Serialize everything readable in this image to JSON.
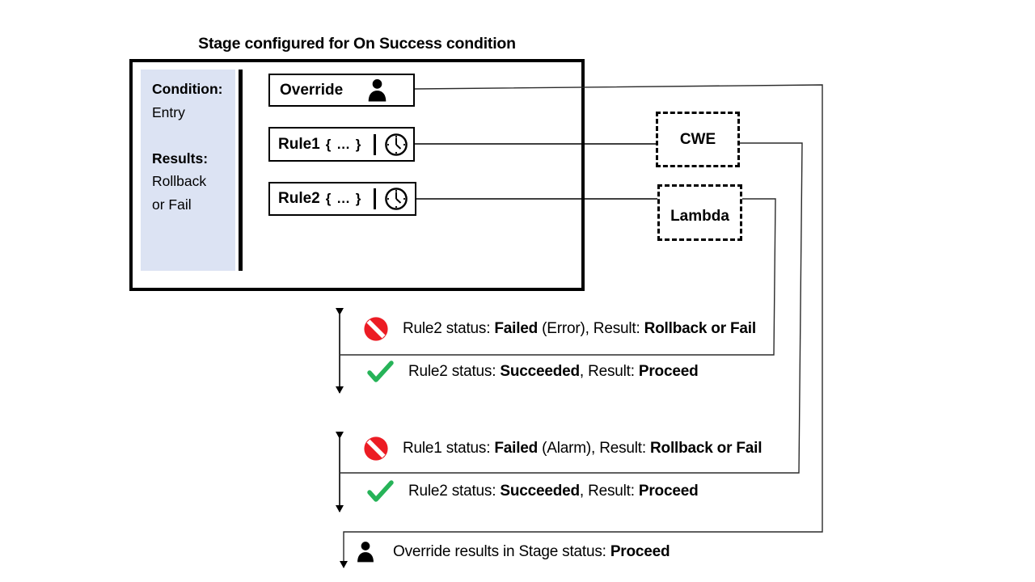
{
  "title": "Stage configured for On Success condition",
  "stage": {
    "panel": {
      "condition_label": "Condition:",
      "condition_value": "Entry",
      "results_label": "Results:",
      "results_value_line1": "Rollback",
      "results_value_line2": "or Fail"
    },
    "nodes": {
      "override": {
        "label": "Override",
        "icon": "person-icon"
      },
      "rule1": {
        "label": "Rule1",
        "detail": "{ … }",
        "icon": "clock-icon"
      },
      "rule2": {
        "label": "Rule2",
        "detail": "{ … }",
        "icon": "clock-icon"
      }
    }
  },
  "services": {
    "cwe": {
      "label": "CWE"
    },
    "lambda": {
      "label": "Lambda"
    }
  },
  "outcomes": {
    "rule2_branch": {
      "fail": {
        "icon": "no-entry-icon",
        "segments": [
          {
            "t": "Rule2 status: ",
            "b": false
          },
          {
            "t": "Failed",
            "b": true
          },
          {
            "t": " (Error), Result: ",
            "b": false
          },
          {
            "t": "Rollback or Fail",
            "b": true
          }
        ]
      },
      "success": {
        "icon": "check-icon",
        "segments": [
          {
            "t": "Rule2 status: ",
            "b": false
          },
          {
            "t": "Succeeded",
            "b": true
          },
          {
            "t": ", Result: ",
            "b": false
          },
          {
            "t": "Proceed",
            "b": true
          }
        ]
      }
    },
    "rule1_branch": {
      "fail": {
        "icon": "no-entry-icon",
        "segments": [
          {
            "t": "Rule1 status: ",
            "b": false
          },
          {
            "t": "Failed",
            "b": true
          },
          {
            "t": " (Alarm), Result: ",
            "b": false
          },
          {
            "t": "Rollback or Fail",
            "b": true
          }
        ]
      },
      "success": {
        "icon": "check-icon",
        "segments": [
          {
            "t": "Rule2 status: ",
            "b": false
          },
          {
            "t": "Succeeded",
            "b": true
          },
          {
            "t": ", Result: ",
            "b": false
          },
          {
            "t": "Proceed",
            "b": true
          }
        ]
      }
    },
    "final": {
      "icon": "person-icon",
      "segments": [
        {
          "t": "Override results in Stage status: ",
          "b": false
        },
        {
          "t": "Proceed",
          "b": true
        }
      ]
    }
  },
  "colors": {
    "prohibit_red": "#ec1c24",
    "check_green": "#26b358",
    "panel_bg": "#dce3f3",
    "line": "#000000"
  }
}
